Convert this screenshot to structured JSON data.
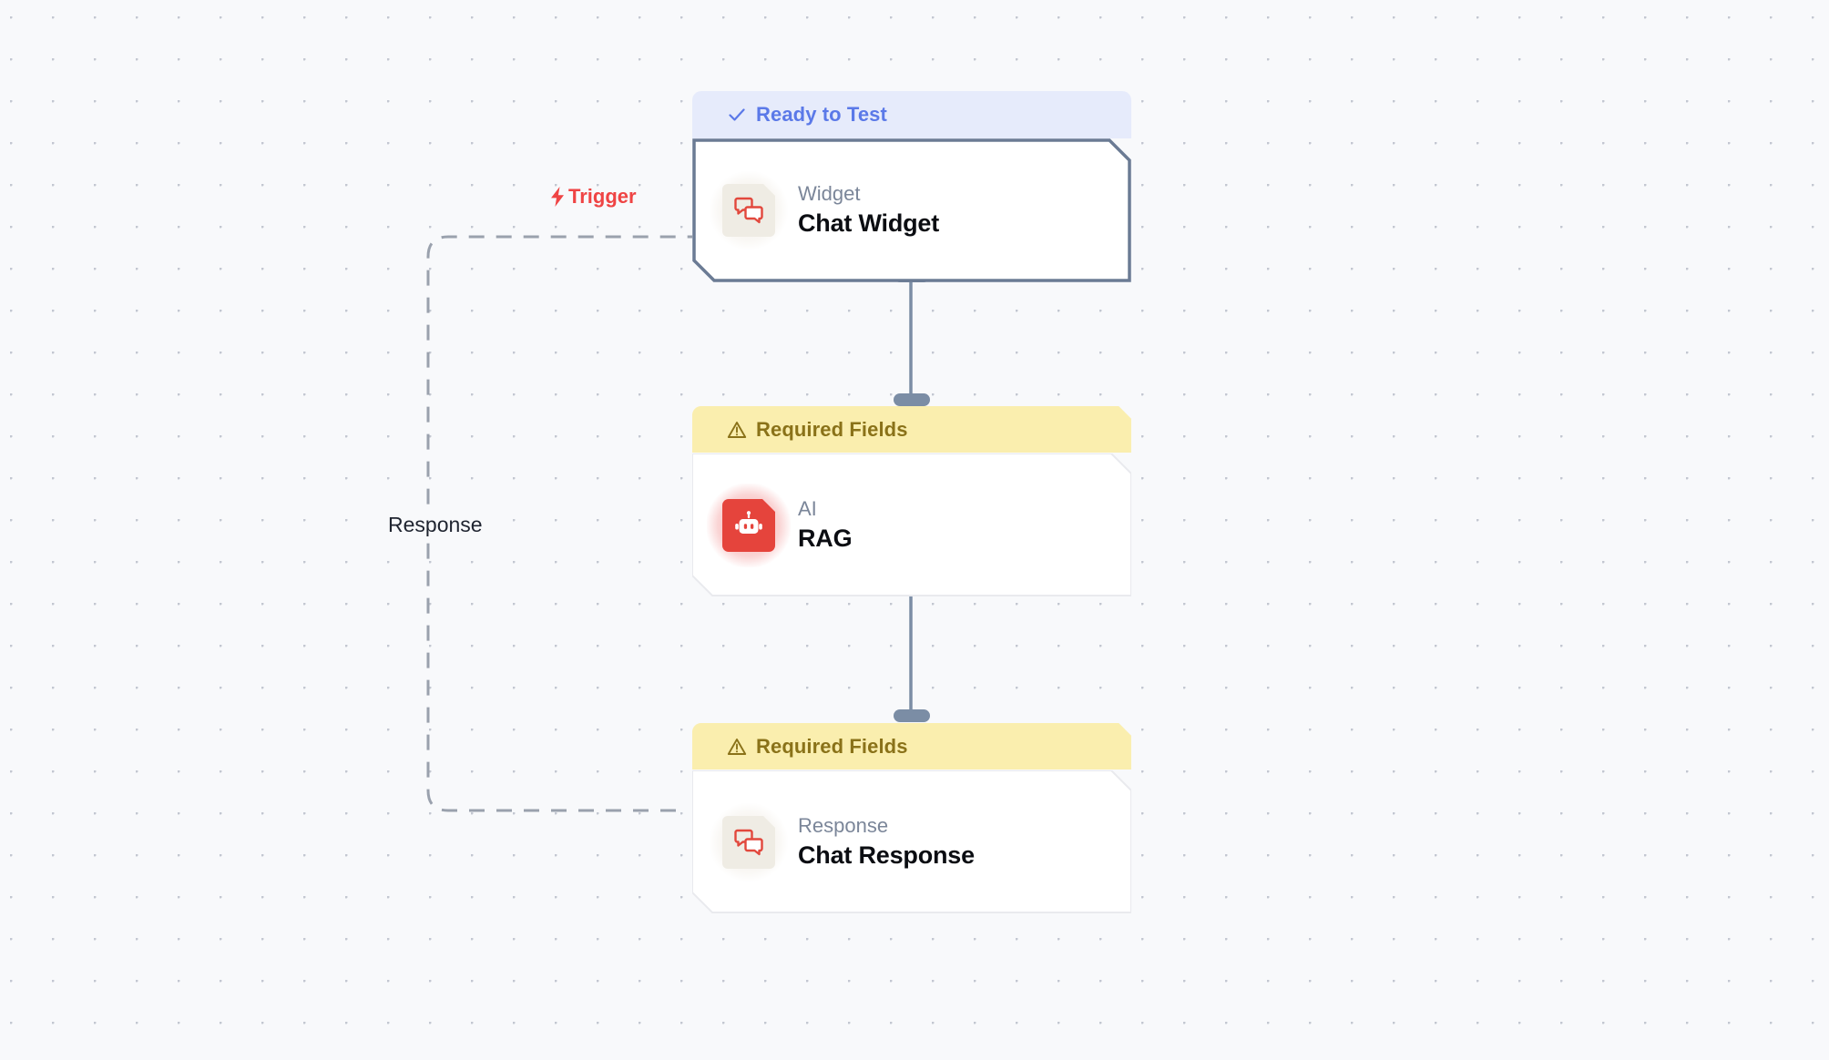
{
  "canvas": {
    "background_color": "#f8f9fb",
    "dot_color": "#c3c7d1",
    "grid_spacing": 46
  },
  "edges": [
    {
      "id": "widget-to-rag",
      "label": "",
      "style": "solid",
      "color": "#64748b",
      "from": "chat-widget",
      "to": "rag"
    },
    {
      "id": "rag-to-response",
      "label": "",
      "style": "solid",
      "color": "#64748b",
      "from": "rag",
      "to": "chat-response"
    },
    {
      "id": "response-to-widget",
      "label": "Response",
      "style": "dashed",
      "color": "#9aa1ad",
      "from": "chat-response",
      "to": "chat-widget"
    }
  ],
  "edge_labels": {
    "trigger": "Trigger",
    "trigger_icon": "lightning-bolt-icon",
    "trigger_color": "#ef4444",
    "response": "Response",
    "response_color": "#1f2430"
  },
  "nodes": [
    {
      "id": "chat-widget",
      "status": {
        "text": "Ready to Test",
        "icon": "check-icon",
        "band_color": "#e6ebfb",
        "text_color": "#5b79e8"
      },
      "kind": "Widget",
      "title": "Chat Widget",
      "icon": "chat-bubbles-icon",
      "icon_color": "#e2483d",
      "icon_tile_color": "#efece4",
      "selected": true,
      "border_color": "#64748b"
    },
    {
      "id": "rag",
      "status": {
        "text": "Required Fields",
        "icon": "warning-triangle-icon",
        "band_color": "#faeeae",
        "text_color": "#8a7219"
      },
      "kind": "AI",
      "title": "RAG",
      "icon": "robot-icon",
      "icon_color": "#ffffff",
      "icon_tile_color": "#e5443c",
      "selected": false,
      "border_color": "#e5e7eb"
    },
    {
      "id": "chat-response",
      "status": {
        "text": "Required Fields",
        "icon": "warning-triangle-icon",
        "band_color": "#faeeae",
        "text_color": "#8a7219"
      },
      "kind": "Response",
      "title": "Chat Response",
      "icon": "chat-bubbles-icon",
      "icon_color": "#e2483d",
      "icon_tile_color": "#efece4",
      "selected": false,
      "border_color": "#e5e7eb"
    }
  ]
}
